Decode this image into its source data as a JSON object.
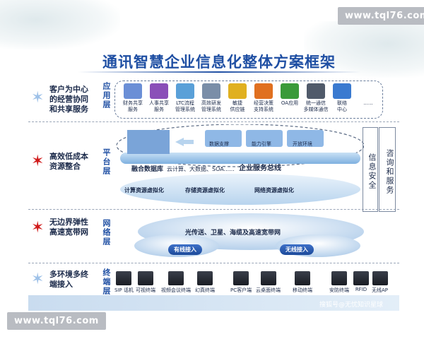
{
  "watermark": {
    "top": "www.tql76.com",
    "bottom": "www.tql76.com",
    "source": "搜狐号@无忧知识星球"
  },
  "title": "通讯智慧企业信息化整体方案框架",
  "left_labels": [
    {
      "text_1": "客户为中心",
      "text_2": "的经营协同",
      "text_3": "和共享服务",
      "star": "blue"
    },
    {
      "text_1": "高效低成本",
      "text_2": "资源整合",
      "star": "red"
    },
    {
      "text_1": "无边界弹性",
      "text_2": "高速宽带网",
      "star": "red"
    },
    {
      "text_1": "多环境多终",
      "text_2": "端接入",
      "star": "blue"
    }
  ],
  "layers": {
    "app": "应用层",
    "platform": "平台层",
    "network": "网络层",
    "terminal": "终端层"
  },
  "apps": [
    {
      "line1": "财务共享",
      "line2": "服务",
      "color": "#6b8fd6"
    },
    {
      "line1": "人事共享",
      "line2": "服务",
      "color": "#8a4fb8"
    },
    {
      "line1": "LTC流程",
      "line2": "管理系统",
      "color": "#5aa0d8"
    },
    {
      "line1": "高效研发",
      "line2": "管理系统",
      "color": "#7a8ea8"
    },
    {
      "line1": "敏捷",
      "line2": "供应链",
      "color": "#e0b020"
    },
    {
      "line1": "经营决策",
      "line2": "支持系统",
      "color": "#e07020"
    },
    {
      "line1": "OA应用",
      "line2": "",
      "color": "#3a9a3a"
    },
    {
      "line1": "统一通信",
      "line2": "多媒体通信",
      "color": "#505a6a"
    },
    {
      "line1": "联络",
      "line2": "中心",
      "color": "#3a7ad0"
    },
    {
      "line1": "......",
      "line2": "",
      "color": "#ffffff"
    }
  ],
  "platform": {
    "fusion_db": "融合数据库",
    "cloud_text": "云计算、大数据、SOA......",
    "service_bus": "企业服务总线",
    "modules": [
      "数据支撑",
      "能力引擎",
      "开放环境"
    ],
    "virtualization": [
      "计算资源虚拟化",
      "存储资源虚拟化",
      "网络资源虚拟化"
    ]
  },
  "side_boxes": {
    "info_security": "信息安全",
    "consulting": "咨询和服务"
  },
  "network": {
    "core": "光传送、卫星、海缆及高速宽带网",
    "wired": "有线接入",
    "wireless": "无线接入"
  },
  "terminals": [
    {
      "label": "SIP 话机"
    },
    {
      "label": "可视终端"
    },
    {
      "label": "视频会议终端"
    },
    {
      "label": "幻真终端"
    },
    {
      "label": "PC客户端"
    },
    {
      "label": "云桌面终端"
    },
    {
      "label": "移动终端"
    },
    {
      "label": "安防终端"
    },
    {
      "label": "RFID"
    },
    {
      "label": "无线AP"
    }
  ],
  "colors": {
    "title": "#1f4fa3",
    "accent": "#1f4fa3",
    "red_star": "#d01a1a",
    "blue_star": "#9ec1e8"
  }
}
